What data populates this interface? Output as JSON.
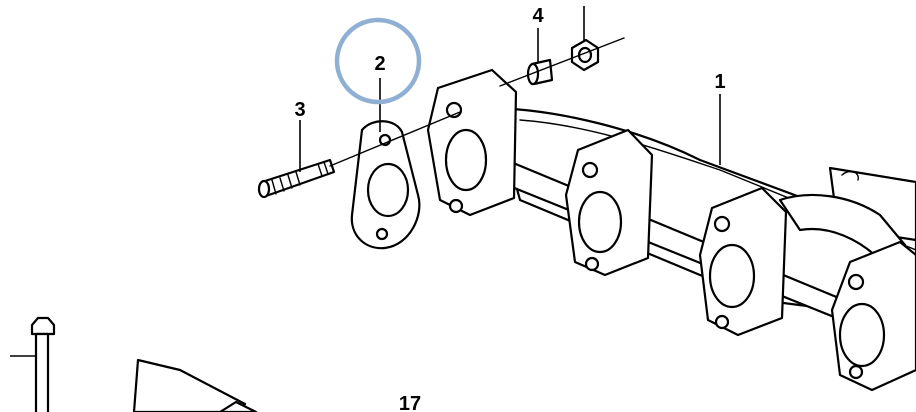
{
  "diagram": {
    "callouts": [
      {
        "id": "1",
        "label": "1"
      },
      {
        "id": "2",
        "label": "2"
      },
      {
        "id": "3",
        "label": "3"
      },
      {
        "id": "4",
        "label": "4"
      },
      {
        "id": "17",
        "label": "17"
      }
    ],
    "highlighted_callout": "2",
    "highlight_color": "#8fb0d4",
    "line_color": "#000000"
  }
}
